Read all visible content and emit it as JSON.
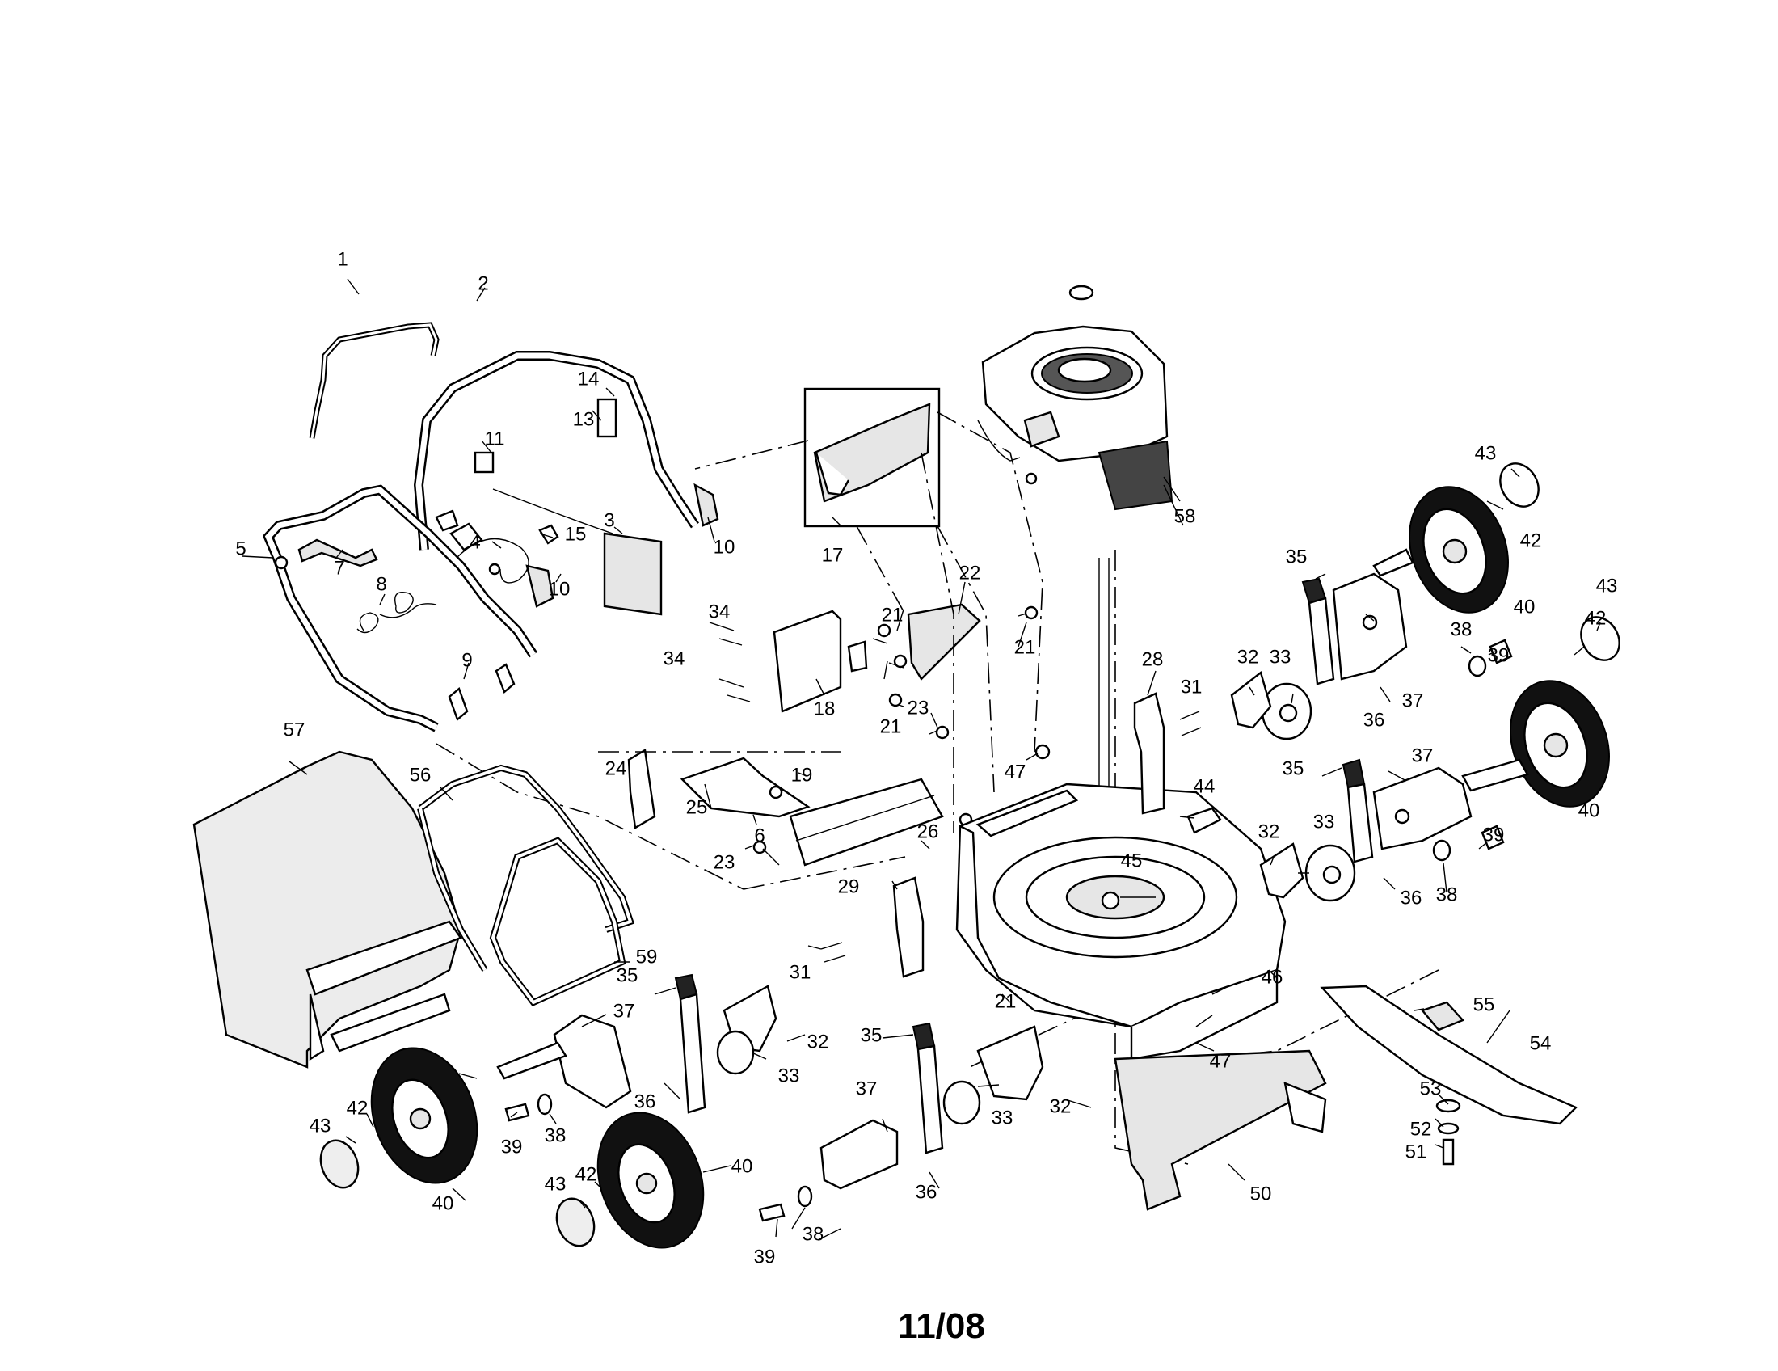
{
  "callouts": [
    {
      "id": "c1",
      "label": "1"
    },
    {
      "id": "c2",
      "label": "2"
    },
    {
      "id": "c3",
      "label": "3"
    },
    {
      "id": "c4",
      "label": "4"
    },
    {
      "id": "c5",
      "label": "5"
    },
    {
      "id": "c7",
      "label": "7"
    },
    {
      "id": "c8",
      "label": "8"
    },
    {
      "id": "c9",
      "label": "9"
    },
    {
      "id": "c10a",
      "label": "10"
    },
    {
      "id": "c10b",
      "label": "10"
    },
    {
      "id": "c11",
      "label": "11"
    },
    {
      "id": "c13",
      "label": "13"
    },
    {
      "id": "c14",
      "label": "14"
    },
    {
      "id": "c15",
      "label": "15"
    },
    {
      "id": "c17",
      "label": "17"
    },
    {
      "id": "c18",
      "label": "18"
    },
    {
      "id": "c19",
      "label": "19"
    },
    {
      "id": "c21a",
      "label": "21"
    },
    {
      "id": "c21b",
      "label": "21"
    },
    {
      "id": "c21c",
      "label": "21"
    },
    {
      "id": "c21d",
      "label": "21"
    },
    {
      "id": "c22",
      "label": "22"
    },
    {
      "id": "c23a",
      "label": "23"
    },
    {
      "id": "c23b",
      "label": "23"
    },
    {
      "id": "c24",
      "label": "24"
    },
    {
      "id": "c25",
      "label": "25"
    },
    {
      "id": "c6",
      "label": "6"
    },
    {
      "id": "c26",
      "label": "26"
    },
    {
      "id": "c28",
      "label": "28"
    },
    {
      "id": "c29",
      "label": "29"
    },
    {
      "id": "c31a",
      "label": "31"
    },
    {
      "id": "c31b",
      "label": "31"
    },
    {
      "id": "c32a",
      "label": "32"
    },
    {
      "id": "c32b",
      "label": "32"
    },
    {
      "id": "c32c",
      "label": "32"
    },
    {
      "id": "c32d",
      "label": "32"
    },
    {
      "id": "c33a",
      "label": "33"
    },
    {
      "id": "c33b",
      "label": "33"
    },
    {
      "id": "c33c",
      "label": "33"
    },
    {
      "id": "c33d",
      "label": "33"
    },
    {
      "id": "c34a",
      "label": "34"
    },
    {
      "id": "c34b",
      "label": "34"
    },
    {
      "id": "c35a",
      "label": "35"
    },
    {
      "id": "c35b",
      "label": "35"
    },
    {
      "id": "c35c",
      "label": "35"
    },
    {
      "id": "c35d",
      "label": "35"
    },
    {
      "id": "c36a",
      "label": "36"
    },
    {
      "id": "c36b",
      "label": "36"
    },
    {
      "id": "c36c",
      "label": "36"
    },
    {
      "id": "c36d",
      "label": "36"
    },
    {
      "id": "c37a",
      "label": "37"
    },
    {
      "id": "c37b",
      "label": "37"
    },
    {
      "id": "c37c",
      "label": "37"
    },
    {
      "id": "c37d",
      "label": "37"
    },
    {
      "id": "c38a",
      "label": "38"
    },
    {
      "id": "c38b",
      "label": "38"
    },
    {
      "id": "c38c",
      "label": "38"
    },
    {
      "id": "c38d",
      "label": "38"
    },
    {
      "id": "c39a",
      "label": "39"
    },
    {
      "id": "c39b",
      "label": "39"
    },
    {
      "id": "c39c",
      "label": "39"
    },
    {
      "id": "c39d",
      "label": "39"
    },
    {
      "id": "c40a",
      "label": "40"
    },
    {
      "id": "c40b",
      "label": "40"
    },
    {
      "id": "c40c",
      "label": "40"
    },
    {
      "id": "c40d",
      "label": "40"
    },
    {
      "id": "c42a",
      "label": "42"
    },
    {
      "id": "c42b",
      "label": "42"
    },
    {
      "id": "c42c",
      "label": "42"
    },
    {
      "id": "c42d",
      "label": "42"
    },
    {
      "id": "c43a",
      "label": "43"
    },
    {
      "id": "c43b",
      "label": "43"
    },
    {
      "id": "c43c",
      "label": "43"
    },
    {
      "id": "c43d",
      "label": "43"
    },
    {
      "id": "c44",
      "label": "44"
    },
    {
      "id": "c45",
      "label": "45"
    },
    {
      "id": "c46",
      "label": "46"
    },
    {
      "id": "c47a",
      "label": "47"
    },
    {
      "id": "c47b",
      "label": "47"
    },
    {
      "id": "c50",
      "label": "50"
    },
    {
      "id": "c51",
      "label": "51"
    },
    {
      "id": "c52",
      "label": "52"
    },
    {
      "id": "c53",
      "label": "53"
    },
    {
      "id": "c54",
      "label": "54"
    },
    {
      "id": "c55",
      "label": "55"
    },
    {
      "id": "c56",
      "label": "56"
    },
    {
      "id": "c57",
      "label": "57"
    },
    {
      "id": "c58",
      "label": "58"
    },
    {
      "id": "c59",
      "label": "59"
    }
  ],
  "footer": {
    "date_code": "11/08"
  }
}
